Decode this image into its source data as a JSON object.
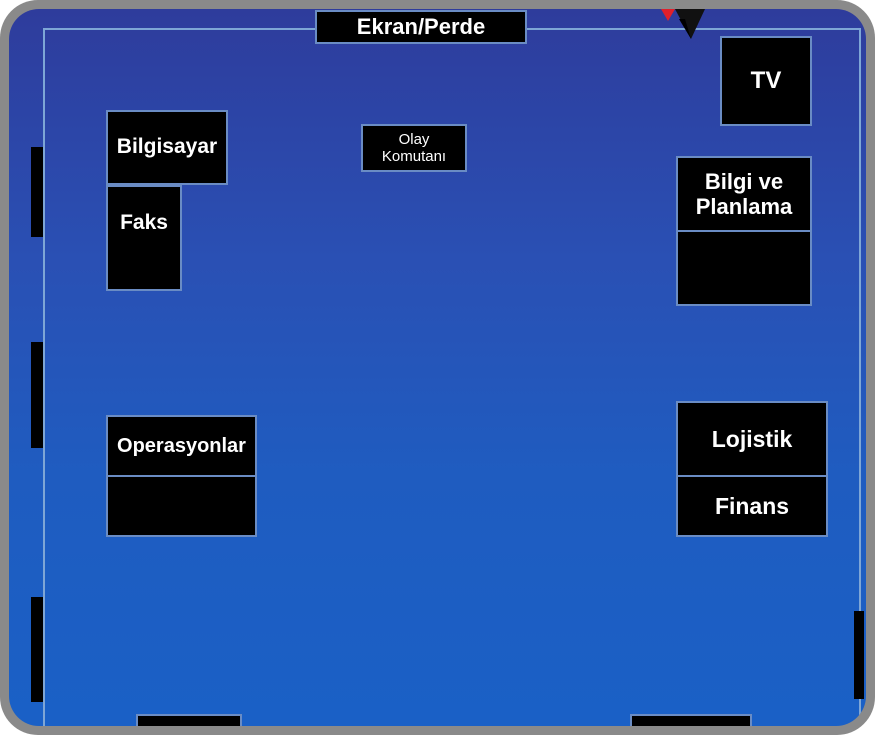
{
  "screen_label": "Ekran/Perde",
  "tv_label": "TV",
  "computer_label": "Bilgisayar",
  "commander_label": "Olay Komutanı",
  "fax_label": "Faks",
  "planning_label": "Bilgi ve Planlama",
  "operations_label": "Operasyonlar",
  "logistics_label": "Lojistik",
  "finance_label": "Finans",
  "colors": {
    "background": "#2a50b4",
    "box_fill": "#000000",
    "box_border": "#6a8cc4",
    "frame": "#8a8a8a",
    "marker_red": "#e0202a"
  },
  "icons": {
    "marker": "pin-marker-icon"
  }
}
